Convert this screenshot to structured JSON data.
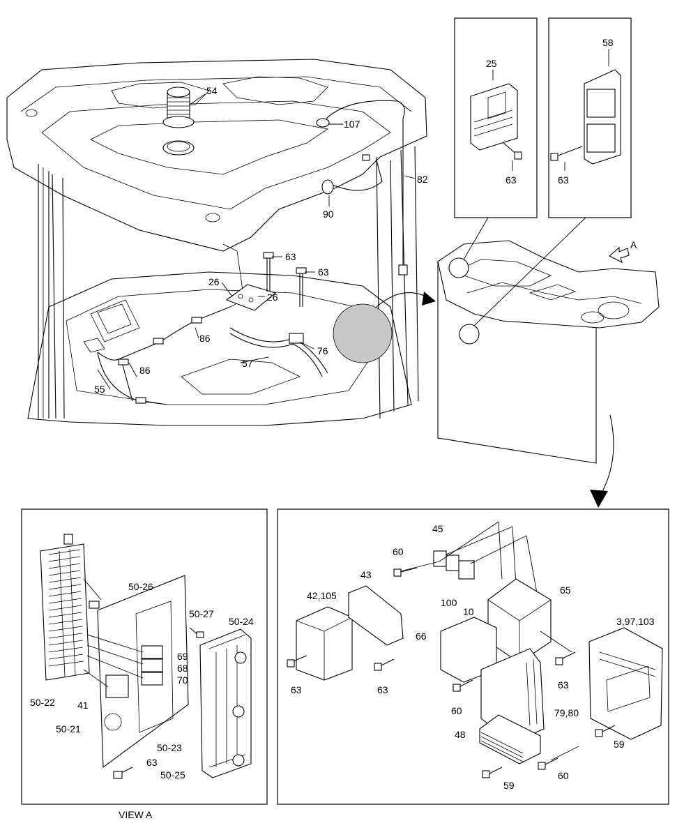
{
  "top_labels": [
    "54",
    "107",
    "82",
    "90",
    "63",
    "63",
    "26",
    "26",
    "86",
    "76",
    "86",
    "57",
    "55"
  ],
  "inset_labels": [
    "25",
    "63",
    "58",
    "63",
    "A"
  ],
  "view_a": {
    "caption": "VIEW A",
    "labels": [
      "50-26",
      "50-27",
      "50-24",
      "69",
      "68",
      "70",
      "50-22",
      "41",
      "50-21",
      "50-23",
      "63",
      "50-25"
    ]
  },
  "right_panel": {
    "labels": [
      "45",
      "60",
      "43",
      "65",
      "42,105",
      "100",
      "10",
      "3,97,103",
      "66",
      "63",
      "63",
      "63",
      "60",
      "79,80",
      "48",
      "59",
      "60",
      "59"
    ]
  }
}
